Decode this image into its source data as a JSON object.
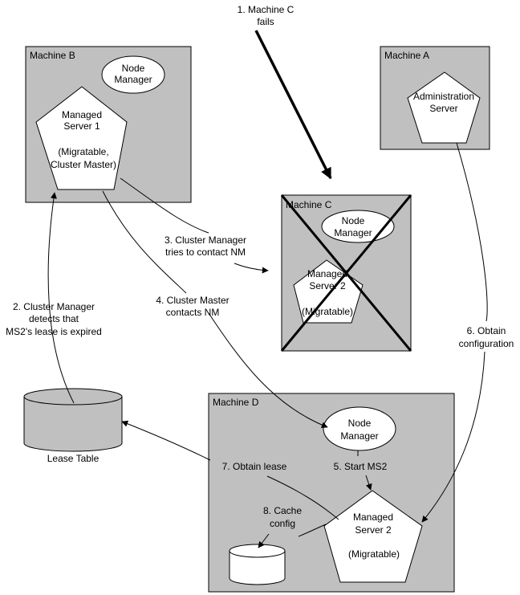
{
  "machines": {
    "a": "Machine A",
    "b": "Machine B",
    "c": "Machine C",
    "d": "Machine D"
  },
  "nodes": {
    "nm_b": [
      "Node",
      "Manager"
    ],
    "ms1": [
      "Managed",
      "Server 1",
      "(Migratable,",
      "Cluster Master)"
    ],
    "admin": [
      "Administration",
      "Server"
    ],
    "nm_c": [
      "Node",
      "Manager"
    ],
    "ms2_c": [
      "Managed",
      "Server 2",
      "(Migratable)"
    ],
    "nm_d": [
      "Node",
      "Manager"
    ],
    "ms2_d": [
      "Managed",
      "Server 2",
      "(Migratable)"
    ],
    "lease_table": "Lease Table"
  },
  "steps": {
    "s1": [
      "1. Machine C",
      "fails"
    ],
    "s2": [
      "2. Cluster Manager",
      "detects that",
      "MS2's lease is expired"
    ],
    "s3": [
      "3. Cluster Manager",
      "tries to contact NM"
    ],
    "s4": [
      "4. Cluster Master",
      "contacts NM"
    ],
    "s5": "5.  Start MS2",
    "s6": [
      "6. Obtain",
      "configuration"
    ],
    "s7": "7.  Obtain lease",
    "s8": [
      "8. Cache",
      "config"
    ]
  }
}
